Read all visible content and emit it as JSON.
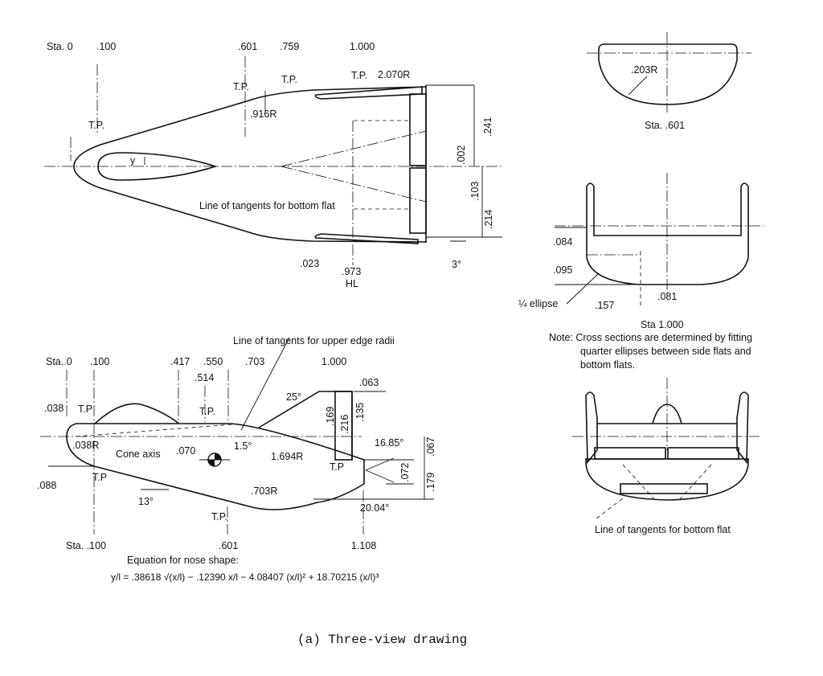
{
  "top_view": {
    "stations": [
      "Sta. 0",
      ".100",
      ".601",
      ".759",
      "1.000"
    ],
    "tp": [
      "T.P.",
      "T.P.",
      "T.P.",
      "T.P."
    ],
    "radius_2070": "2.070R",
    "radius_916": ".916R",
    "y_label": "y",
    "dim_002": ".002",
    "dim_241": ".241",
    "dim_103": ".103",
    "dim_214": ".214",
    "tangent_note": "Line of tangents for bottom flat",
    "dim_023": ".023",
    "hl_station": ".973",
    "hl_label": "HL",
    "angle_3": "3°"
  },
  "side_view": {
    "tangent_note": "Line of tangents for upper edge radii",
    "stations_top": [
      "Sta. 0",
      ".100",
      ".417",
      ".550",
      ".703",
      "1.000"
    ],
    "station_514": ".514",
    "dim_063": ".063",
    "dim_038": ".038",
    "tp": [
      "T.P",
      "T.P.",
      "T.P",
      "T.P.",
      "T.P"
    ],
    "angle_25": "25°",
    "dim_169": ".169",
    "dim_216": ".216",
    "dim_135": ".135",
    "radius_038": ".038R",
    "cone_axis": "Cone axis",
    "dim_070": ".070",
    "angle_1_5": "1.5°",
    "radius_1694": "1.694R",
    "angle_1685": "16.85°",
    "dim_067": ".067",
    "dim_179": ".179",
    "dim_072": ".072",
    "dim_088": ".088",
    "angle_13": "13°",
    "radius_703": ".703R",
    "angle_2004": "20.04°",
    "stations_bottom": [
      "Sta. .100",
      ".601",
      "1.108"
    ],
    "equation_label": "Equation for nose shape:",
    "equation": "y/l = .38618 √(x/l) − .12390 x/l − 4.08407 (x/l)² + 18.70215 (x/l)³"
  },
  "section_601": {
    "radius": ".203R",
    "label": "Sta. .601"
  },
  "section_1000": {
    "dim_084": ".084",
    "dim_095": ".095",
    "ellipse_note": "¼ ellipse",
    "dim_157": ".157",
    "dim_081": ".081",
    "label": "Sta 1.000",
    "note_lines": [
      "Note: Cross sections are determined by fitting",
      "quarter ellipses between side flats and",
      "bottom flats."
    ]
  },
  "front_view": {
    "tangent_note": "Line of tangents for bottom flat"
  },
  "caption": "(a) Three-view drawing"
}
